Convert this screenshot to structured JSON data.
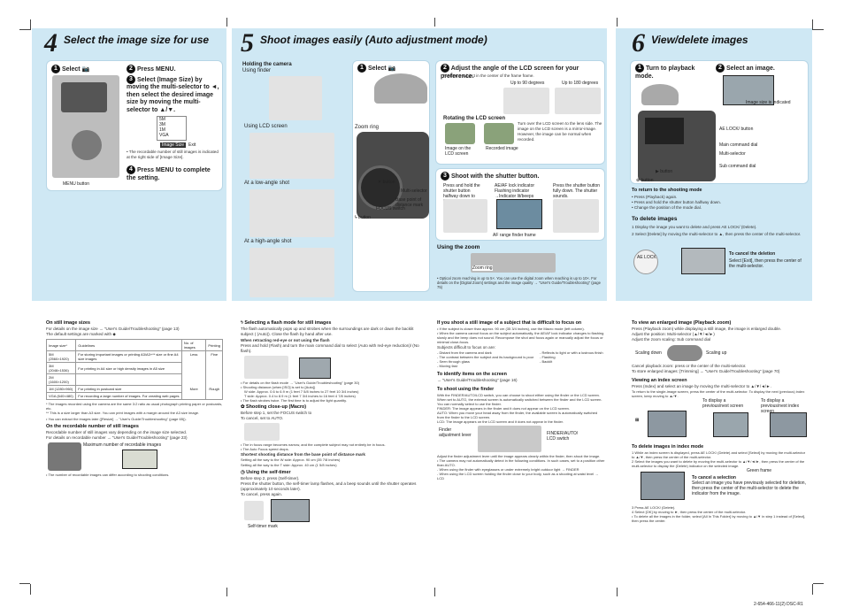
{
  "sections": {
    "s4": {
      "num": "4",
      "title": "Select the image size for use"
    },
    "s5": {
      "num": "5",
      "title": "Shoot images easily (Auto adjustment mode)"
    },
    "s6": {
      "num": "6",
      "title": "View/delete images"
    }
  },
  "s4": {
    "step1": "Select",
    "step2": "Press MENU.",
    "step3": "Select (Image Size) by moving the multi-selector to ◄, then select the desired image size by moving the multi-selector to ▲/▼.",
    "step4": "Press MENU to complete the setting.",
    "menu_button": "MENU button",
    "note": "• The recordable number of still images is indicated at the right side of [Image Size].",
    "menu_items": [
      "5M",
      "3M",
      "1M",
      "VGA"
    ],
    "menu_caption": "Image Size",
    "menu_exit": "Exit"
  },
  "s5": {
    "holding_title": "Holding the camera",
    "using_finder": "Using finder",
    "using_lcd": "Using LCD screen",
    "low_angle": "At a low-angle shot",
    "high_angle": "At a high-angle shot",
    "step1": "Select",
    "zoom_ring": "Zoom ring",
    "button_label": "button",
    "multi_selector": "Multi-selector",
    "base_point": "Base point of distance mark",
    "focus_switch": "FOCUS switch",
    "step2": "Adjust the angle of the LCD screen for your preference.",
    "step2_desc": "Position a subject in the center of the frame frame.",
    "up_90": "Up to 90 degrees",
    "up_180": "Up to 180 degrees",
    "rotating_title": "Rotating the LCD screen",
    "lcd_screen_label": "Image on the LCD screen",
    "recorded_image": "Recorded image",
    "rotating_desc": "Turn over the LCD screen to the lens side. The image on the LCD screen is a mirror-image. However, the image can be normal when recorded.",
    "step3": "Shoot with the shutter button.",
    "press_half": "Press and hold the shutter button halfway down to focus.",
    "ae_af": "AE/AF lock indicator Flashing indicator →Indicator lit/beeps",
    "press_full": "Press the shutter button fully down. The shutter sounds.",
    "af_range": "AF range finder frame",
    "using_zoom": "Using the zoom",
    "zoom_ring2": "Zoom ring",
    "zoom_note": "• Optical zoom reaching is up to 5×. You can use the digital zoom when reaching is up to 10×. For details on the [Digital Zoom] settings and the image quality → \"User's Guide/Troubleshooting\" (page 75)"
  },
  "s6": {
    "step1": "Turn to playback mode.",
    "step2": "Select an image.",
    "image_size_indicated": "Image size is indicated",
    "ae_lock": "AE LOCK/ button",
    "main_dial": "Main command dial",
    "multi_selector": "Multi-selector",
    "sub_dial": "Sub command dial",
    "button1": "button",
    "button2": "button",
    "return_title": "To return to the shooting mode",
    "return_items": [
      "• Press (Playback) again.",
      "• Press and hold the shutter button halfway down.",
      "• Change the position of the mode dial."
    ],
    "delete_title": "To delete images",
    "delete1": "1 Display the image you want to delete and press AE LOCK/ (Delete).",
    "delete2": "2 Select [Delete] by moving the multi-selector to ▲, then press the center of the multi-selector.",
    "ae_lock_short": "AE LOCK",
    "cancel_title": "To cancel the deletion",
    "cancel_desc": "Select [Exit], then press the center of the multi-selector."
  },
  "lower": {
    "col1": {
      "h1": "On still image sizes",
      "p1": "For details on the image size → \"User's Guide/Troubleshooting\" (page 13)",
      "p2": "The default settings are marked with",
      "table_head": [
        "Image size*",
        "Guidelines",
        "No. of images",
        "Printing"
      ],
      "table_rows": [
        [
          "5M (2560×1920)",
          "For storing important images or printing A3/A3+** size or fine A4 size images"
        ],
        [
          "3M (2048×1536)",
          "For printing in A4 size or high density images in A5 size"
        ],
        [
          "2M (1600×1200)",
          ""
        ],
        [
          "1M (1280×960)",
          "For printing in postcard size"
        ],
        [
          "VGA (640×480)",
          "For recording a large number of images. For creating web pages"
        ]
      ],
      "less": "Less",
      "more": "More",
      "fine": "Fine",
      "rough": "Rough",
      "fn1": "* The images recorded using the camera are the same 3:2 ratio as usual photograph printing paper or postcards, etc.",
      "fn2": "** This is a size larger than A3 size. You can print images with a margin around the A3 size image.",
      "fn3": "• You can extract the images later ([Resize] → \"User's Guide/Troubleshooting\" (page 65)).",
      "h2": "On the recordable number of still images",
      "p3": "Recordable number of still images vary depending on the image size selected.",
      "p4": "For details on recordable number → \"User's Guide/Troubleshooting\" (page 23)",
      "max_images": "Maximum number of recordable images",
      "fn4": "• The number of recordable images can differ according to shooting conditions."
    },
    "col2": {
      "h1": "Selecting a flash mode for still images",
      "p1": "The flash automatically pops up and strobes when the surroundings are dark or dawn the backlit subject ( (Auto)). Close the flash by hand after use.",
      "h1b": "When retracting red-eye or not using the flash",
      "p2": "Press and hold (Flash) and turn the main command dial to select (Auto with red-eye reduction)/ (No flash).",
      "notes": [
        "• For details on the flash mode → \"User's Guide/Troubleshooting\" (page 30)",
        "• Shooting distance (when [ISO] is set to [Auto])",
        "W side: Approx. 0.6 to 6.9 m (1 feet 7 5/8 inches to 27 feet 10 3/4 inches)",
        "T side: Approx. 0.4 to 8.9 m (1 feet 7 3/4 inches to 16 feet 4 7/8 inches)",
        "• The flash strobes twice. The first time is to adjust the light quantity."
      ],
      "h2": "Shooting close-up (Macro)",
      "p3": "Before step 1, set the FOCUS switch to",
      "p4": "To cancel, set to AUTO.",
      "notes2": [
        "• The in focus range becomes narrow, and the complete subject may not entirely be in focus.",
        "• The Auto Focus speed drops."
      ],
      "h2b": "Shortest shooting distance from the base point of distance mark",
      "p5": "Setting all the way to the W side: Approx. 90 cm (35 7/8 inches)",
      "p6": "Setting all the way to the T side: Approx. 40 cm (1 5/8 inches)",
      "h3": "Using the self-timer",
      "p7": "Before step 2, press (Self-timer).",
      "p8": "Press the shutter button, the self-timer lamp flashes, and a beep sounds until the shutter operates (approximately 10 seconds later).",
      "p9": "To cancel, press again.",
      "self_timer_mark": "Self-timer mark"
    },
    "col3": {
      "h1": "If you shoot a still image of a subject that is difficult to focus on",
      "p1": "• If the subject is closer than approx. 90 cm (35 3/4 inches), use the Macro mode (left column).",
      "p2": "• When the camera cannot focus on the subject automatically, the AE/AF lock indicator changes to flashing slowly and the beep does not sound. Recompose the shot and focus again or manually adjust the focus or minimal close-focus.",
      "h1b": "Subjects difficult to focus on are:",
      "list_left": [
        "- Distant from the camera and dark",
        "- The contrast between the subject and its background is poor",
        "- Seen through glass",
        "- Moving fast"
      ],
      "list_right": [
        "- Reflects to light or with a lustrous finish",
        "- Flashing",
        "- Backlit"
      ],
      "h2": "To identify items on the screen",
      "p3": "→ \"User's Guide/Troubleshooting\" (page 16)",
      "h3": "To shoot using the finder",
      "p4": "With the FINDER/AUTO/LCD switch, you can choose to shoot either using the finder or the LCD screen. When set to AUTO, the external screen is automatically switched between the finder and the LCD screen. You can normally select to use the finder.",
      "finder_desc": "FINDER: The image appears in the finder and it does not appear on the LCD screen.",
      "auto_desc": "AUTO: When you move your head away from the finder, the available screen is automatically switched from the finder to the LCD screen.",
      "lcd_desc": "LCD: The image appears on the LCD screen and it does not appear in the finder.",
      "finder_adj": "Finder adjustment lever",
      "finder_switch": "FINDER/AUTO/ LCD switch",
      "p5": "Adjust the finder adjustment lever until the image appears clearly within the finder, then shoot the image.",
      "notes": [
        "• The camera may not automatically detect in the following conditions. In such cases, set to a position other than AUTO.",
        "- When using the finder with eyeglasses or under extremely bright outdoor light → FINDER",
        "- When using the LCD screen holding the finder close to your body, such as a shooting at waist level → LCD"
      ]
    },
    "col4": {
      "h1": "To view an enlarged image (Playback zoom)",
      "p1": "Press (Playback zoom) while displaying a still image, the image is enlarged double.",
      "p2": "Adjust the position: Multi-selector (▲/▼/◄/►)",
      "p3": "Adjust the zoom scaling: Sub command dial",
      "scale_down": "Scaling down",
      "scale_up": "Scaling up",
      "p4": "Cancel playback zoom: press or the center of the multi-selector.",
      "p5": "To store enlarged images: [Trimming] → \"User's Guide/Troubleshooting\" (page 70)",
      "h2": "Viewing an index screen",
      "p6": "Press (Index) and select an image by moving the multi-selector to ▲/▼/◄/►.",
      "p7": "To return to the single-image screen, press the center of the multi-selector. To display the next (previous) index screen, keep moving to ▲/▼.",
      "prev_index": "To display a previous/next index screen",
      "prev_screen": "To display a previous/next screen",
      "h3": "To delete images in index mode",
      "d1": "1 While an index screen is displayed, press AE LOCK/ (Delete) and select [Select] by moving the multi-selector to ▲/▼, then press the center of the multi-selector.",
      "d2": "2 Select the images you want to delete by moving the multi-selector to ▲/▼/◄/►, then press the center of the multi-selector to display the (Delete) indicator on the selected image.",
      "green_frame": "Green frame",
      "cancel_title": "To cancel a selection",
      "cancel_desc": "Select an image you have previously selected for deletion, then press the center of the multi-selector to delete the indicator from the image.",
      "d3": "3 Press AE LOCK/ (Delete).",
      "d4": "4 Select [OK] by moving to ►, then press the center of the multi-selector.",
      "d5": "• To delete all the images in the folder, select [All In This Folder] by moving to ▲/▼ in step 1 instead of [Select], then press the center."
    }
  },
  "footer_code": "2-654-466-11(2)  DSC-R1"
}
